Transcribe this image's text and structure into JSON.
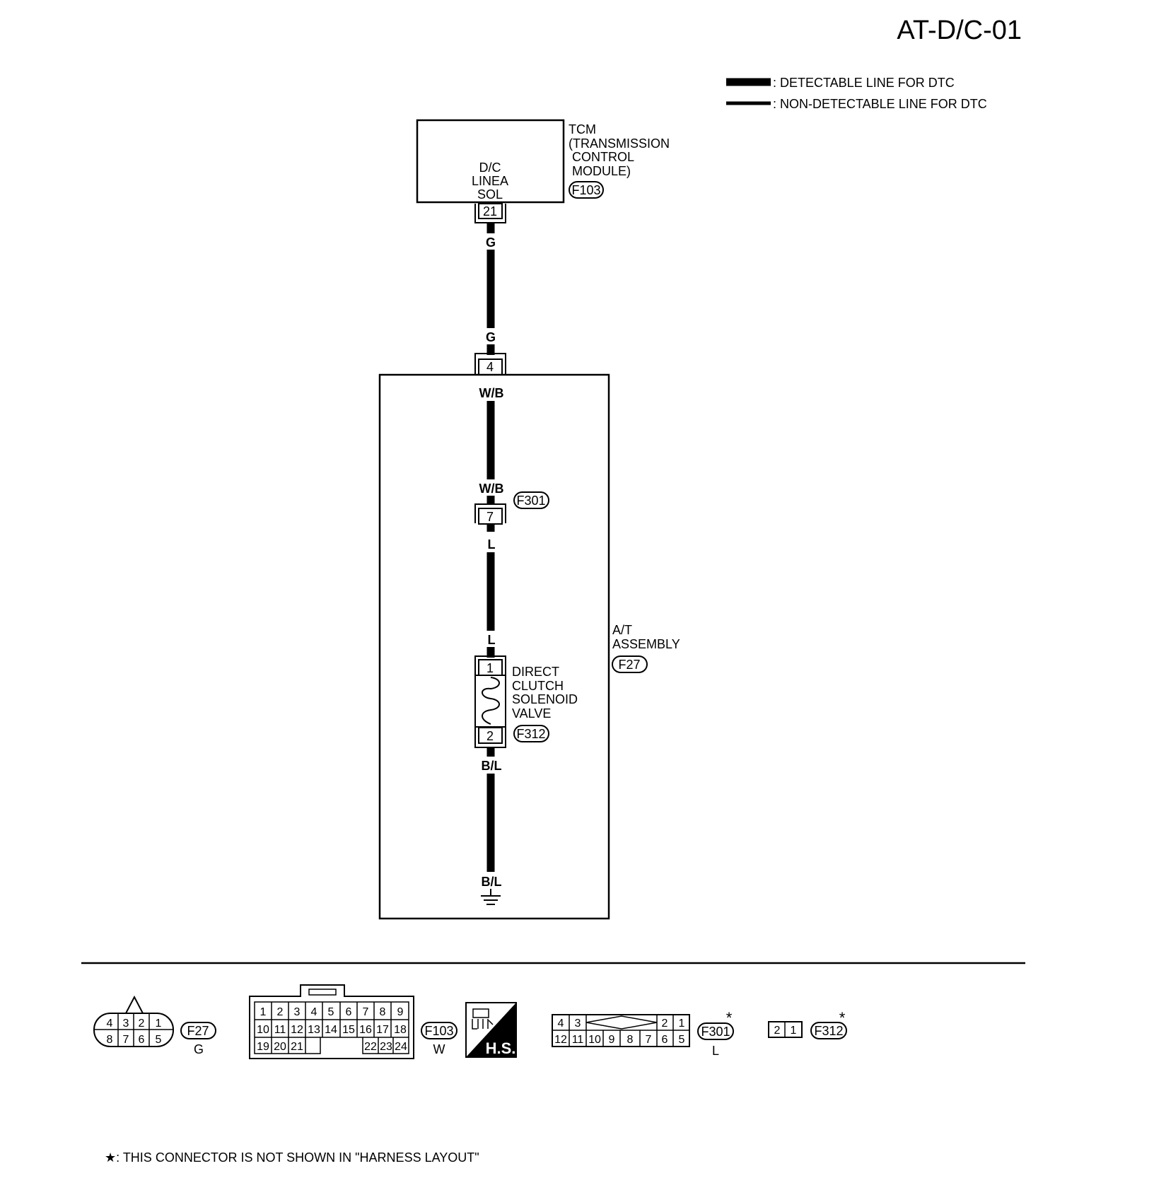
{
  "page_id": "AT-D/C-01",
  "legend": {
    "detectable": ": DETECTABLE LINE FOR DTC",
    "non_detectable": ": NON-DETECTABLE LINE FOR DTC"
  },
  "tcm": {
    "label_lines": [
      "TCM",
      "(TRANSMISSION",
      " CONTROL",
      " MODULE)"
    ],
    "connector": "F103",
    "terminal_name": [
      "D/C",
      "LINEA",
      "SOL"
    ],
    "pin": "21"
  },
  "wires": {
    "tcm_out": "G",
    "tcm_in": "G",
    "at_in": "W/B",
    "f301_in": "W/B",
    "f301_out": "L",
    "valve_in": "L",
    "valve_out": "B/L",
    "ground": "B/L"
  },
  "at_assembly": {
    "label_lines": [
      "A/T",
      "ASSEMBLY"
    ],
    "connector": "F27",
    "pin": "4"
  },
  "f301": {
    "connector": "F301",
    "pin": "7"
  },
  "valve": {
    "label_lines": [
      "DIRECT",
      "CLUTCH",
      "SOLENOID",
      "VALVE"
    ],
    "connector": "F312",
    "pin_top": "1",
    "pin_bottom": "2"
  },
  "connectors": {
    "f27": {
      "id": "F27",
      "color": "G",
      "row1": [
        "4",
        "3",
        "2",
        "1"
      ],
      "row2": [
        "8",
        "7",
        "6",
        "5"
      ]
    },
    "f103": {
      "id": "F103",
      "color": "W",
      "row1": [
        "1",
        "2",
        "3",
        "4",
        "5",
        "6",
        "7",
        "8",
        "9"
      ],
      "row2": [
        "10",
        "11",
        "12",
        "13",
        "14",
        "15",
        "16",
        "17",
        "18"
      ],
      "row3_left": [
        "19",
        "20",
        "21"
      ],
      "row3_right": [
        "22",
        "23",
        "24"
      ]
    },
    "hs": {
      "label": "H.S."
    },
    "f301": {
      "id": "F301",
      "color": "L",
      "star": "*",
      "row1_left": [
        "4",
        "3"
      ],
      "row1_right": [
        "2",
        "1"
      ],
      "row2": [
        "12",
        "11",
        "10",
        "9",
        "8",
        "7",
        "6",
        "5"
      ]
    },
    "f312": {
      "id": "F312",
      "star": "*",
      "pins": [
        "2",
        "1"
      ]
    }
  },
  "footnote": "★: THIS CONNECTOR IS NOT SHOWN IN \"HARNESS LAYOUT\""
}
